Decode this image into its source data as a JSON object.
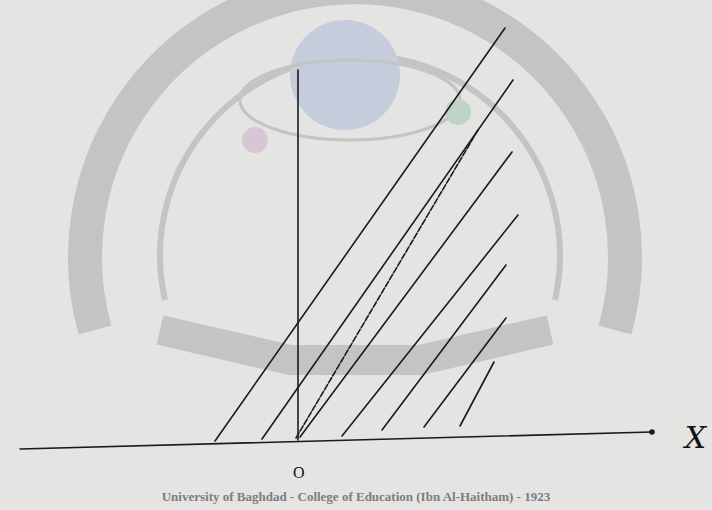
{
  "diagram": {
    "labels": [
      "X",
      "O",
      "University of Baghdad - College of Education (Ibn Al-Haitham) - 1923"
    ]
  }
}
